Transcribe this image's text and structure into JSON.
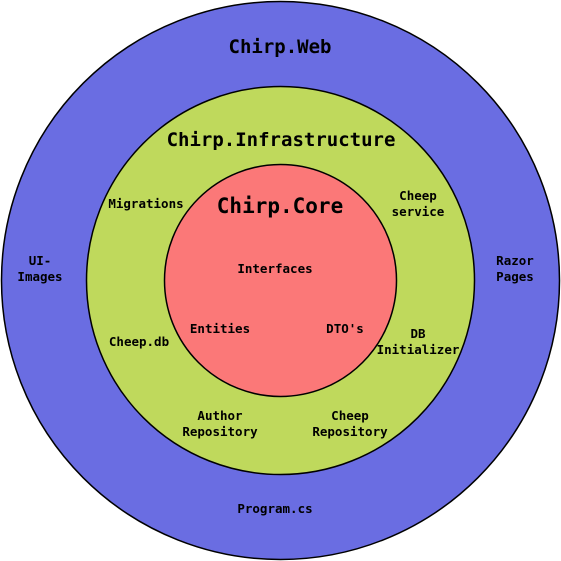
{
  "colors": {
    "outer_ring": "#6a6de2",
    "middle_ring": "#bfd95c",
    "inner_ring": "#fb7878",
    "stroke": "#000000"
  },
  "outer": {
    "title": "Chirp.Web",
    "items": {
      "ui_images": [
        "UI-",
        "Images"
      ],
      "razor_pages": [
        "Razor",
        "Pages"
      ],
      "program_cs": [
        "Program.cs"
      ]
    }
  },
  "middle": {
    "title": "Chirp.Infrastructure",
    "items": {
      "migrations": [
        "Migrations"
      ],
      "cheep_service": [
        "Cheep",
        "service"
      ],
      "cheep_db": [
        "Cheep.db"
      ],
      "db_initializer": [
        "DB",
        "Initializer"
      ],
      "author_repository": [
        "Author",
        "Repository"
      ],
      "cheep_repository": [
        "Cheep",
        "Repository"
      ]
    }
  },
  "inner": {
    "title": "Chirp.Core",
    "items": {
      "interfaces": [
        "Interfaces"
      ],
      "entities": [
        "Entities"
      ],
      "dtos": [
        "DTO's"
      ]
    }
  }
}
